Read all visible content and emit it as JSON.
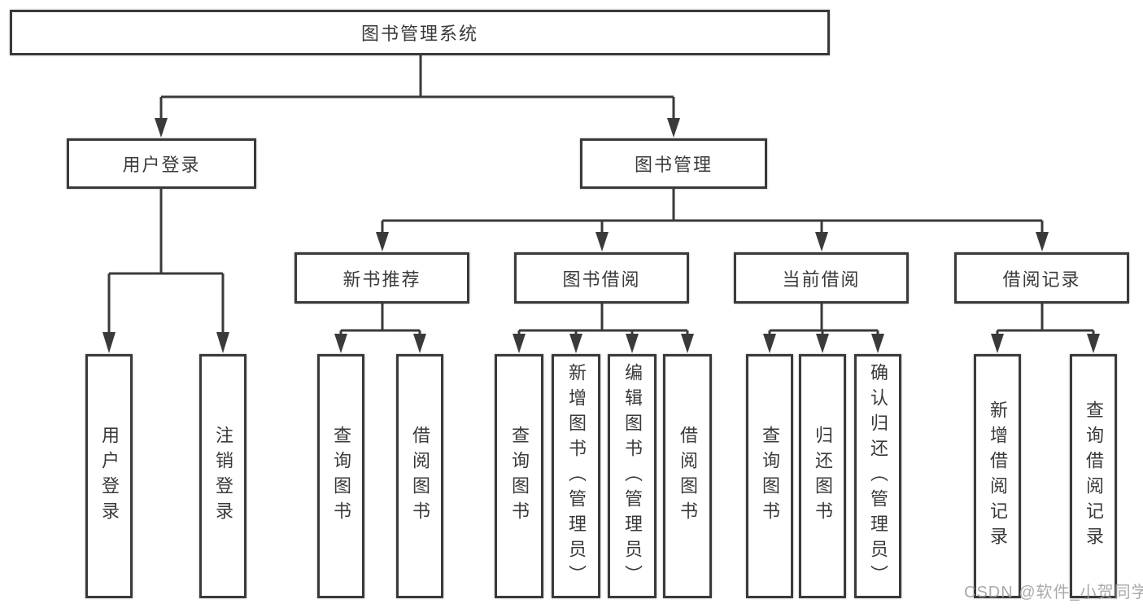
{
  "watermark": "CSDN @软件_小贺同学",
  "colors": {
    "line": "#3a3a3a",
    "text": "#3a3a3a",
    "node_background": "#ffffff",
    "watermark": "#9e9ea0",
    "background": "#ffffff"
  },
  "diagram": {
    "root": {
      "label": "图书管理系统"
    },
    "level2": [
      {
        "label": "用户登录",
        "leaves": [
          {
            "label": "用户登录"
          },
          {
            "label": "注销登录"
          }
        ]
      },
      {
        "label": "图书管理",
        "groups": [
          {
            "label": "新书推荐",
            "leaves": [
              {
                "label": "查询图书"
              },
              {
                "label": "借阅图书"
              }
            ]
          },
          {
            "label": "图书借阅",
            "leaves": [
              {
                "label": "查询图书"
              },
              {
                "label": "新增图书（管理员）"
              },
              {
                "label": "编辑图书（管理员）"
              },
              {
                "label": "借阅图书"
              }
            ]
          },
          {
            "label": "当前借阅",
            "leaves": [
              {
                "label": "查询图书"
              },
              {
                "label": "归还图书"
              },
              {
                "label": "确认归还（管理员）"
              }
            ]
          },
          {
            "label": "借阅记录",
            "leaves": [
              {
                "label": "新增借阅记录"
              },
              {
                "label": "查询借阅记录"
              }
            ]
          }
        ]
      }
    ]
  }
}
